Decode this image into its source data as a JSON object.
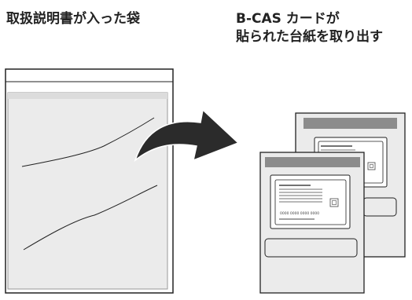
{
  "labels": {
    "bag": "取扱説明書が入った袋",
    "mount_line1": "B-CAS カードが",
    "mount_line2": "貼られた台紙を取り出す"
  },
  "card": {
    "number_text": "0000 0000 0000 0000"
  },
  "colors": {
    "outline": "#222222",
    "fill_gray": "#ebebeb",
    "band_gray": "#8c8c8c",
    "arrow": "#2b2b2b"
  },
  "icons": [
    "curved-arrow-icon",
    "chip-icon"
  ]
}
